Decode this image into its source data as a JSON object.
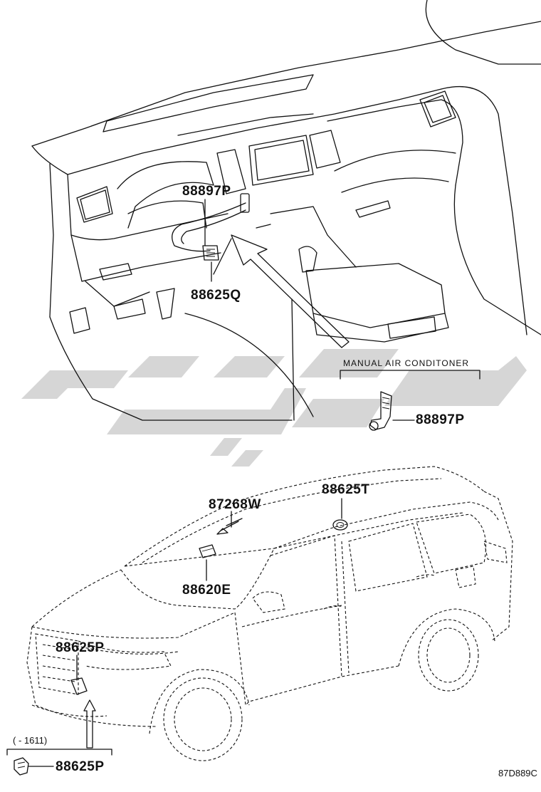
{
  "labels": {
    "dash_sensor_top": "88897P",
    "dash_sensor_bottom": "88625Q",
    "manual_ac_part": "88897P",
    "roof_sensor": "88625T",
    "windshield_sensor_top": "87268W",
    "windshield_sensor_bottom": "88620E",
    "front_sensor": "88625P",
    "lower_bracket_part": "88625P"
  },
  "notes": {
    "manual_ac": "MANUAL AIR CONDITONER",
    "date_range": "(   - 1611)"
  },
  "figure_code": "87D889C",
  "colors": {
    "line": "#111111",
    "watermark": "#d6d6d6"
  }
}
